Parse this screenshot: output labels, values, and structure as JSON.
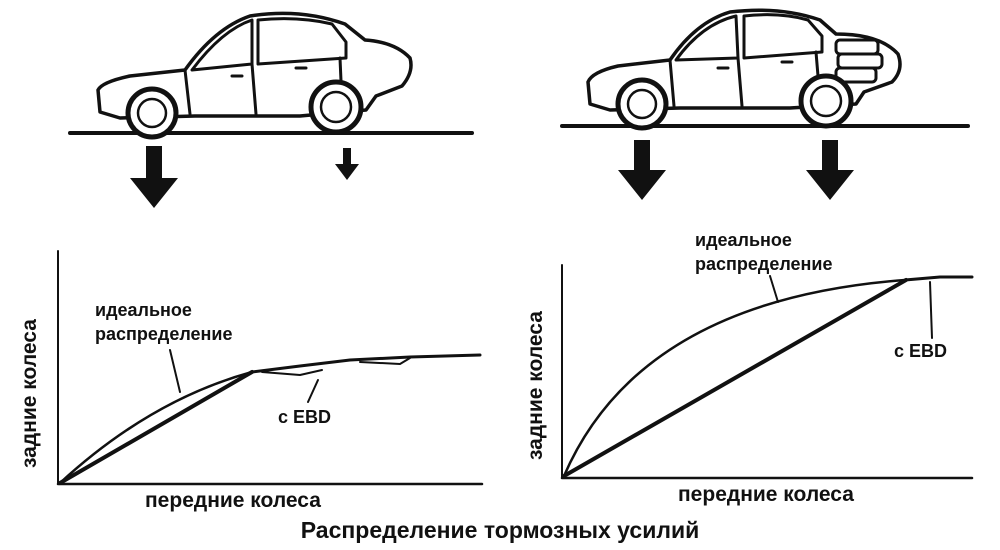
{
  "caption": "Распределение тормозных усилий",
  "panels": [
    {
      "id": "left",
      "y_axis_label": "задние колеса",
      "x_axis_label": "передние колеса",
      "ideal_label_line1": "идеальное",
      "ideal_label_line2": "распределение",
      "ebd_label": "с EBD",
      "arrow_front": "large",
      "arrow_rear": "small"
    },
    {
      "id": "right",
      "y_axis_label": "задние колеса",
      "x_axis_label": "передние колеса",
      "ideal_label_line1": "идеальное",
      "ideal_label_line2": "распределение",
      "ebd_label": "с EBD",
      "arrow_front": "large",
      "arrow_rear": "large",
      "loaded_trunk": true
    }
  ],
  "colors": {
    "ink": "#111111",
    "background": "#ffffff"
  }
}
